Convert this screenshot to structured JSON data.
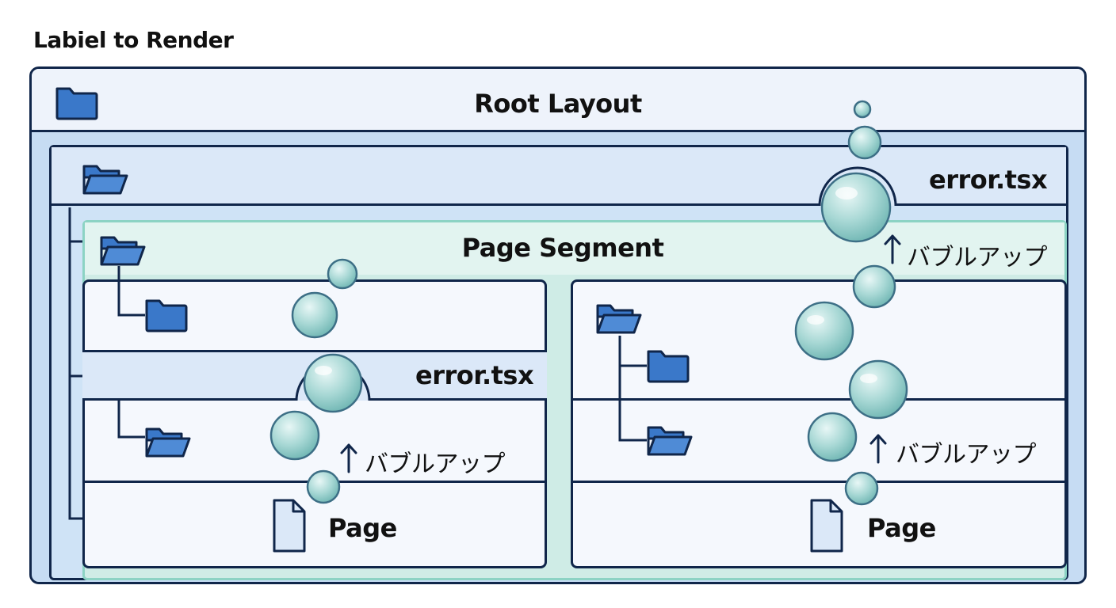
{
  "top_label": "Labiel to Render",
  "root": {
    "title": "Root Layout"
  },
  "outer_error": {
    "label": "error.tsx",
    "bubble_label": "バブルアップ"
  },
  "segment": {
    "title": "Page Segment"
  },
  "left_panel": {
    "error_label": "error.tsx",
    "bubble_label": "バブルアップ",
    "page_label": "Page"
  },
  "right_panel": {
    "bubble_label": "バブルアップ",
    "page_label": "Page"
  },
  "icons": {
    "folder": "folder-icon",
    "open_folder": "folder-open-icon",
    "file": "file-icon",
    "bubble": "bubble-icon",
    "arrow": "arrow-up-icon"
  },
  "colors": {
    "outline": "#10264a",
    "folder_fill": "#3a78c9",
    "root_bg": "#eef3fb",
    "frame_bg": "#c6dcf3",
    "error_band": "#dbe8f8",
    "segment_bg": "#cfece6",
    "segment_border": "#8cd3c4",
    "panel_bg": "#f5f8fd",
    "bubble": "#8cc9c6"
  }
}
